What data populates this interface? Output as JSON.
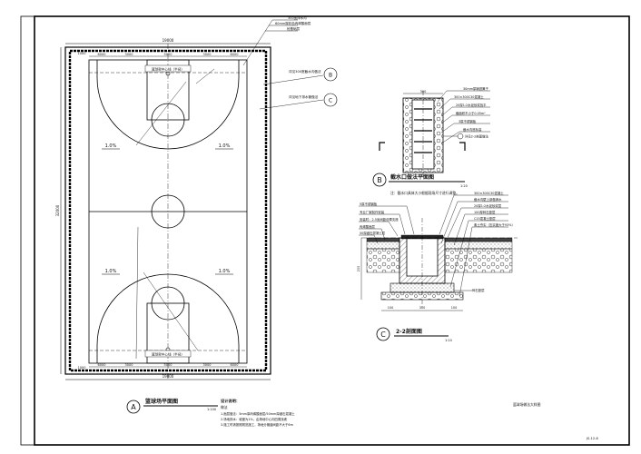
{
  "court_plan": {
    "title": "篮球场平面图",
    "scale": "1:100",
    "badge": "A",
    "total_length": "32000",
    "total_width": "19000",
    "top_dims": [
      "6000",
      "3000",
      "5000",
      "3000",
      "6000"
    ],
    "side_dims": [
      "1000",
      "1000"
    ],
    "slope_labels": [
      "1.0%",
      "1.0%",
      "1.0%",
      "1.0%"
    ],
    "key_label_top": "篮球架中心线（半径）",
    "key_label_bottom": "篮球架中心线（半径）",
    "top_callouts": [
      "300宽排水沟",
      "60mm厚彩色丙烯酸面层",
      "砼基础层"
    ],
    "right_callout_b": "详见300宽截水沟做法",
    "right_callout_c": "详见地下排水管做法",
    "callout_refs": [
      "B",
      "C"
    ],
    "design_notes_title": "设计说明：",
    "design_notes_sub": "做法",
    "design_notes": [
      "1.面层做法：5mm厚丙烯酸面层/50mm厚细石混凝土",
      "2.场地排水：坡度为1%，由场地中心向四周找坡",
      "3.施工时请按照规范施工，场地分格缝间距不大于6m"
    ]
  },
  "drain_plan": {
    "title": "截水口做法平面图",
    "badge": "B",
    "scale": "1:20",
    "width_dim": "300",
    "callouts": [
      "30mm厚铸铁箅子",
      "300×300C30混凝土",
      "20厚1:2水泥砂浆找平",
      "截面积不小于0.05m²",
      "3厚不锈钢板",
      "截水沟底标高"
    ],
    "ref_callout": "详见2-2剖面做法",
    "note": "注：截水口具体大小根据现场尺寸进行调整。"
  },
  "section": {
    "title": "2-2剖面图",
    "badge": "C",
    "scale": "1:10",
    "left_callouts": [
      "5厚不锈钢板",
      "专业厂家制作安装",
      "安装时：2.5米间距设置支座",
      "丙烯酸面层",
      "50厚细石混凝土层"
    ],
    "right_callouts": [
      "300×300C30混凝土",
      "截水沟壁上部做滴水",
      "20厚1:2水泥砂浆层",
      "100厚碎石垫层",
      "C15混凝土垫层",
      "素土夯实（压实度大于93%）"
    ],
    "bottom_callout": "碎石垫层",
    "dims": [
      "300",
      "200",
      "100"
    ]
  },
  "title_block": {
    "project": "篮球场做法大样图",
    "sheet": "JS-12-6"
  }
}
